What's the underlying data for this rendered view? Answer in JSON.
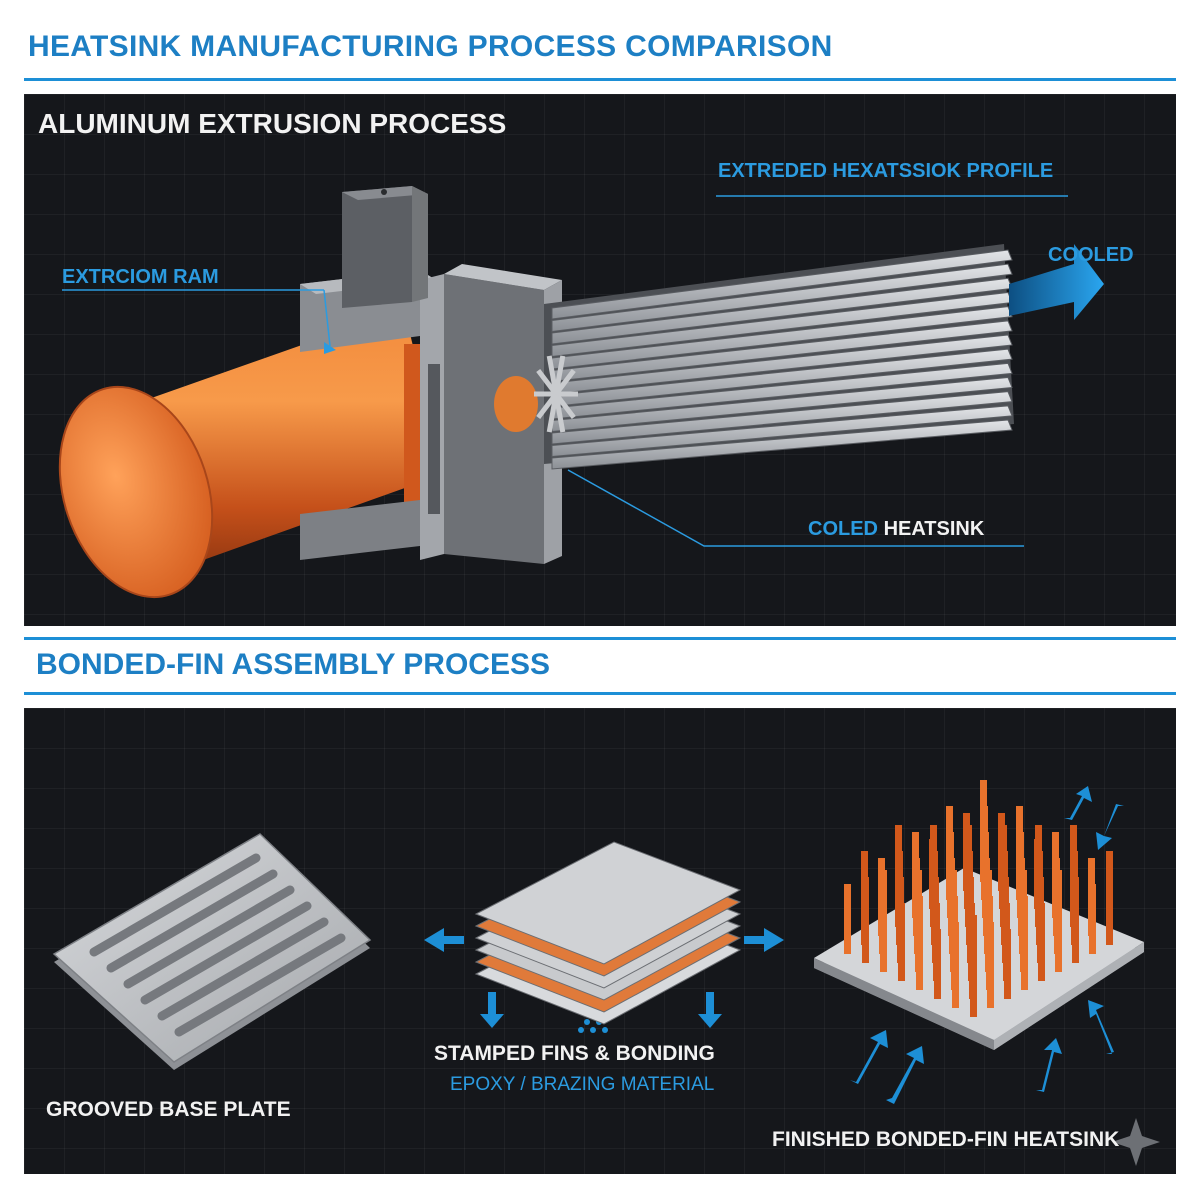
{
  "title": "HEATSINK MANUFACTURING PROCESS COMPARISON",
  "extrusion": {
    "heading": "ALUMINUM EXTRUSION PROCESS",
    "profile_label": "EXTREDED HEXATSSIOK PROFILE",
    "ram_label": "EXTRCIOM RAM",
    "cooled_label": "COOLED",
    "coled_prefix": "COLED",
    "coled_suffix": "HEATSINK"
  },
  "bonded": {
    "heading": "BONDED-FIN ASSEMBLY PROCESS",
    "base_label": "GROOVED BASE PLATE",
    "fins_label": "STAMPED FINS & BONDING",
    "fins_sublabel": "EPOXY / BRAZING MATERIAL",
    "finished_label": "FINISHED BONDED-FIN HEATSINK"
  },
  "colors": {
    "accent_blue": "#1d8fd6",
    "copper": "#e0621f",
    "panel_bg": "#15171b",
    "steel": "#9a9da2"
  }
}
